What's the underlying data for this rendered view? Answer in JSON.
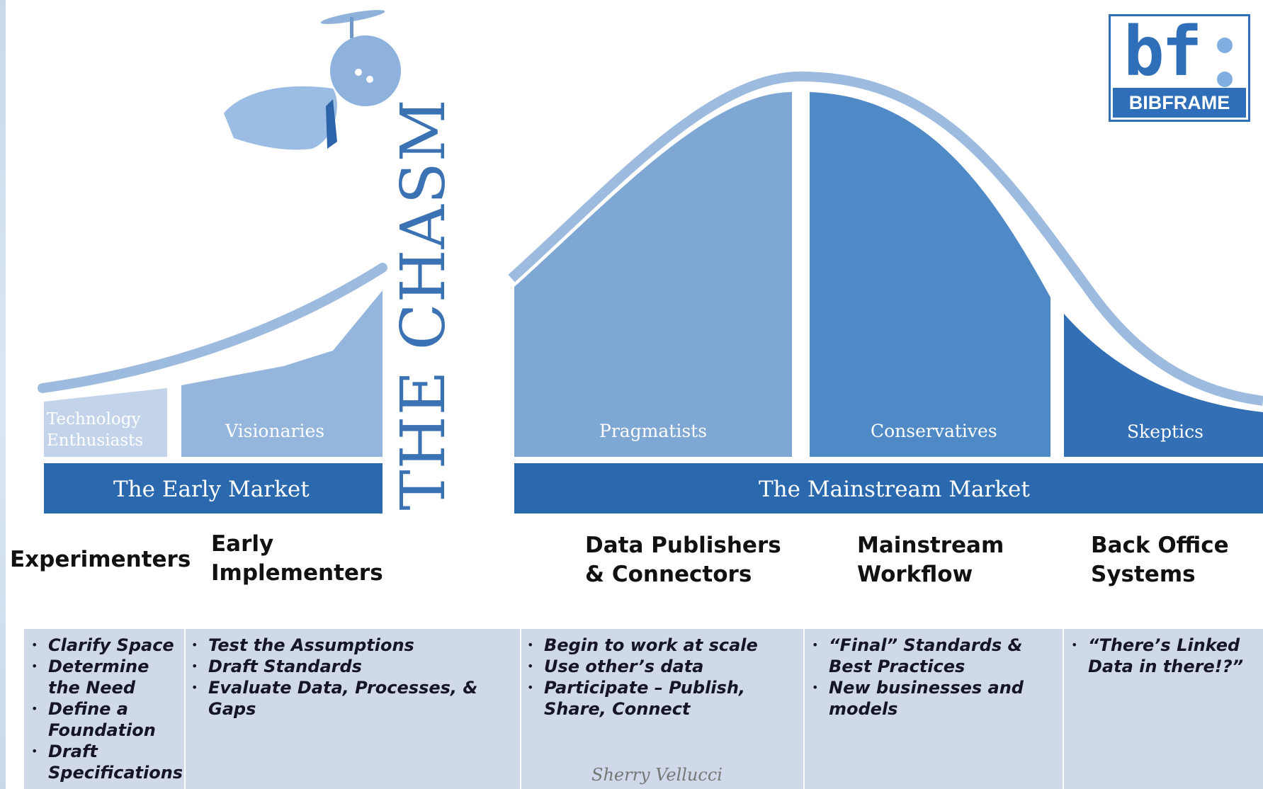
{
  "logo": {
    "letters": "bf",
    "name": "BIBFRAME",
    "colors": {
      "primary": "#2f6fb9",
      "accent": "#80aee0"
    }
  },
  "chasm_label": "THE CHASM",
  "segments": [
    {
      "label_lines": [
        "Technology",
        "Enthusiasts"
      ],
      "color": "#c3d4ea"
    },
    {
      "label_lines": [
        "Visionaries"
      ],
      "color": "#95b6dc"
    },
    {
      "label_lines": [
        "Pragmatists"
      ],
      "color": "#7fa7d4"
    },
    {
      "label_lines": [
        "Conservatives"
      ],
      "color": "#4f8ac7"
    },
    {
      "label_lines": [
        "Skeptics"
      ],
      "color": "#336fb5"
    }
  ],
  "markets": {
    "early": "The Early Market",
    "mainstream": "The Mainstream Market",
    "color": "#2b69af"
  },
  "headings": [
    {
      "lines": [
        "Experimenters"
      ]
    },
    {
      "lines": [
        "Early",
        "Implementers"
      ]
    },
    {
      "lines": [
        "Data Publishers",
        "& Connectors"
      ]
    },
    {
      "lines": [
        "Mainstream",
        "Workflow"
      ]
    },
    {
      "lines": [
        "Back Office",
        "Systems"
      ]
    }
  ],
  "columns": [
    {
      "items": [
        "Clarify Space",
        "Determine the Need",
        "Define a Foundation",
        "Draft Specifications"
      ]
    },
    {
      "items": [
        "Test the Assumptions",
        "Draft Standards",
        "Evaluate Data, Processes, & Gaps"
      ]
    },
    {
      "items": [
        "Begin to work at scale",
        "Use other’s data",
        "Participate – Publish, Share, Connect"
      ]
    },
    {
      "items": [
        "“Final” Standards & Best Practices",
        "New businesses and models"
      ]
    },
    {
      "items": [
        "“There’s Linked Data in there!?”"
      ]
    }
  ],
  "signature": "Sherry Vellucci",
  "colors": {
    "curve": "#9dbbdf",
    "table_bg": "#cfd9e9",
    "chasm_text": "#3b72b3"
  }
}
